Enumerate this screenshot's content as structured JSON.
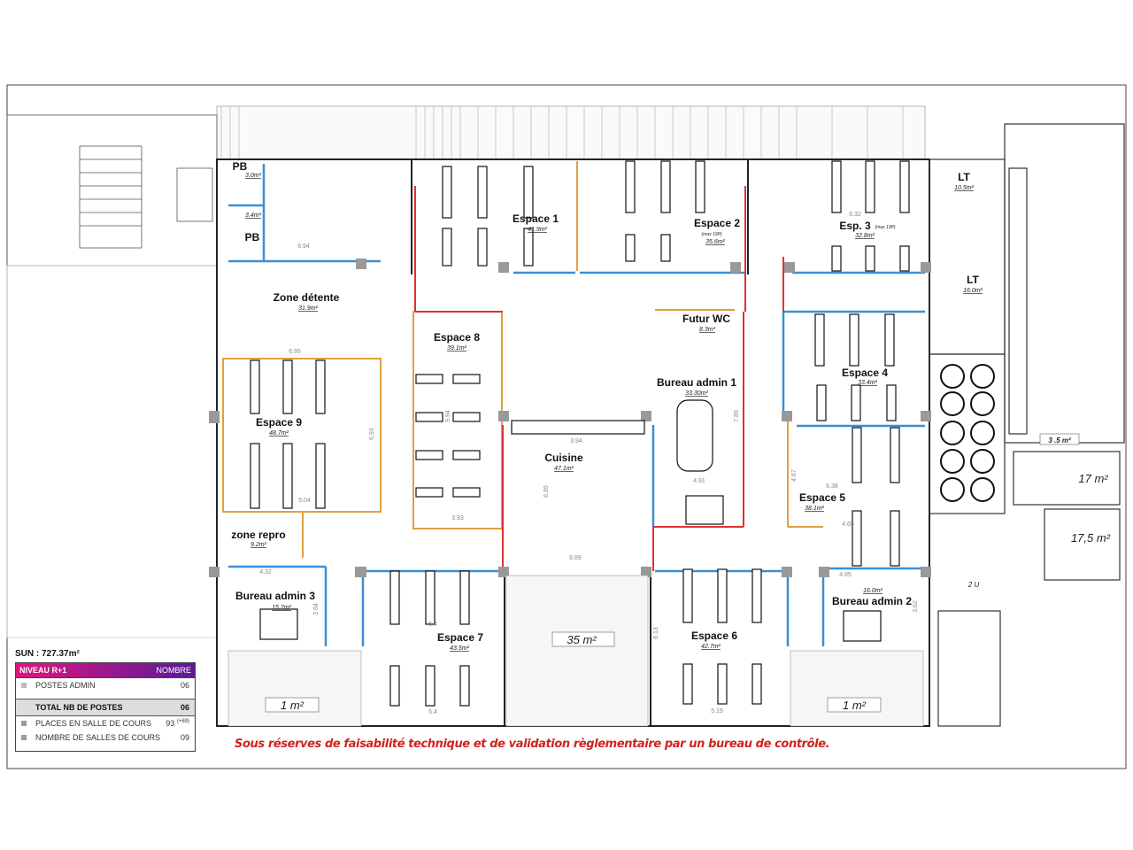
{
  "rooms": {
    "pb1": {
      "label": "PB",
      "area": "3.0m²"
    },
    "pb2": {
      "label": "PB",
      "area": "3.4m²"
    },
    "zone_detente": {
      "label": "Zone détente",
      "area": "31.9m²"
    },
    "espace1": {
      "label": "Espace 1",
      "area": "41.9m²"
    },
    "espace2": {
      "label": "Espace 2",
      "note": "(max 19P)",
      "area": "35.6m²"
    },
    "espace3": {
      "label": "Esp. 3",
      "note": "(max 19P)",
      "area": "32.8m²"
    },
    "lt1": {
      "label": "LT",
      "area": "10.5m²"
    },
    "lt2": {
      "label": "LT",
      "area": "16.0m²"
    },
    "espace8": {
      "label": "Espace 8",
      "area": "39.1m²"
    },
    "futur_wc": {
      "label": "Futur WC",
      "area": "8.3m²"
    },
    "bureau_admin1": {
      "label": "Bureau admin 1",
      "area": "33.30m²"
    },
    "espace4": {
      "label": "Espace 4",
      "area": "33.4m²"
    },
    "espace9": {
      "label": "Espace 9",
      "area": "48.7m²"
    },
    "cuisine": {
      "label": "Cuisine",
      "area": "47.1m²"
    },
    "espace5": {
      "label": "Espace 5",
      "area": "38.1m²"
    },
    "zone_repro": {
      "label": "zone repro",
      "area": "9.2m²"
    },
    "bureau_admin3": {
      "label": "Bureau admin 3",
      "area": "15.7m²"
    },
    "espace7": {
      "label": "Espace 7",
      "area": "43.5m²"
    },
    "espace6": {
      "label": "Espace 6",
      "area": "42.7m²"
    },
    "bureau_admin2": {
      "label": "Bureau admin 2",
      "area": "16.0m²"
    }
  },
  "other_areas": {
    "terrace_center": "35 m²",
    "terrace_left": "1 m²",
    "terrace_right": "1 m²",
    "sanitaires_h": "17 m²",
    "sanitaires_f": "17,5 m²",
    "esc2": "3 .5 m²",
    "esc1": "2 U"
  },
  "dimensions": [
    "6.95",
    "6.94",
    "3.94",
    "4.91",
    "7.89",
    "6.38",
    "4.67",
    "4.65",
    "4.85",
    "3.62",
    "4.32",
    "3.64",
    "6.4",
    "5.4",
    "6.13",
    "5.19",
    "6.89",
    "6.85",
    "9.94",
    "3.93",
    "6.93",
    "5.04",
    "6.32"
  ],
  "legend": {
    "sun": "SUN : 727.37m²",
    "header_label": "NIVEAU R+1",
    "header_value": "NOMBRE",
    "rows": [
      {
        "label": "POSTES ADMIN",
        "value": "06"
      },
      {
        "label": "PLACES EN SALLE DE COURS",
        "value": "93",
        "extra": "(+69)"
      },
      {
        "label": "NOMBRE DE SALLES DE COURS",
        "value": "09"
      }
    ],
    "total_label": "TOTAL NB DE POSTES",
    "total_value": "06"
  },
  "footer_note": "Sous réserves de faisabilité technique et de validation règlementaire par un bureau de contrôle.",
  "colors": {
    "partition_blue": "#3a8fd6",
    "partition_orange": "#e0a040",
    "partition_red": "#e03030",
    "footer_red": "#d0231f",
    "column_grey": "#999999"
  }
}
